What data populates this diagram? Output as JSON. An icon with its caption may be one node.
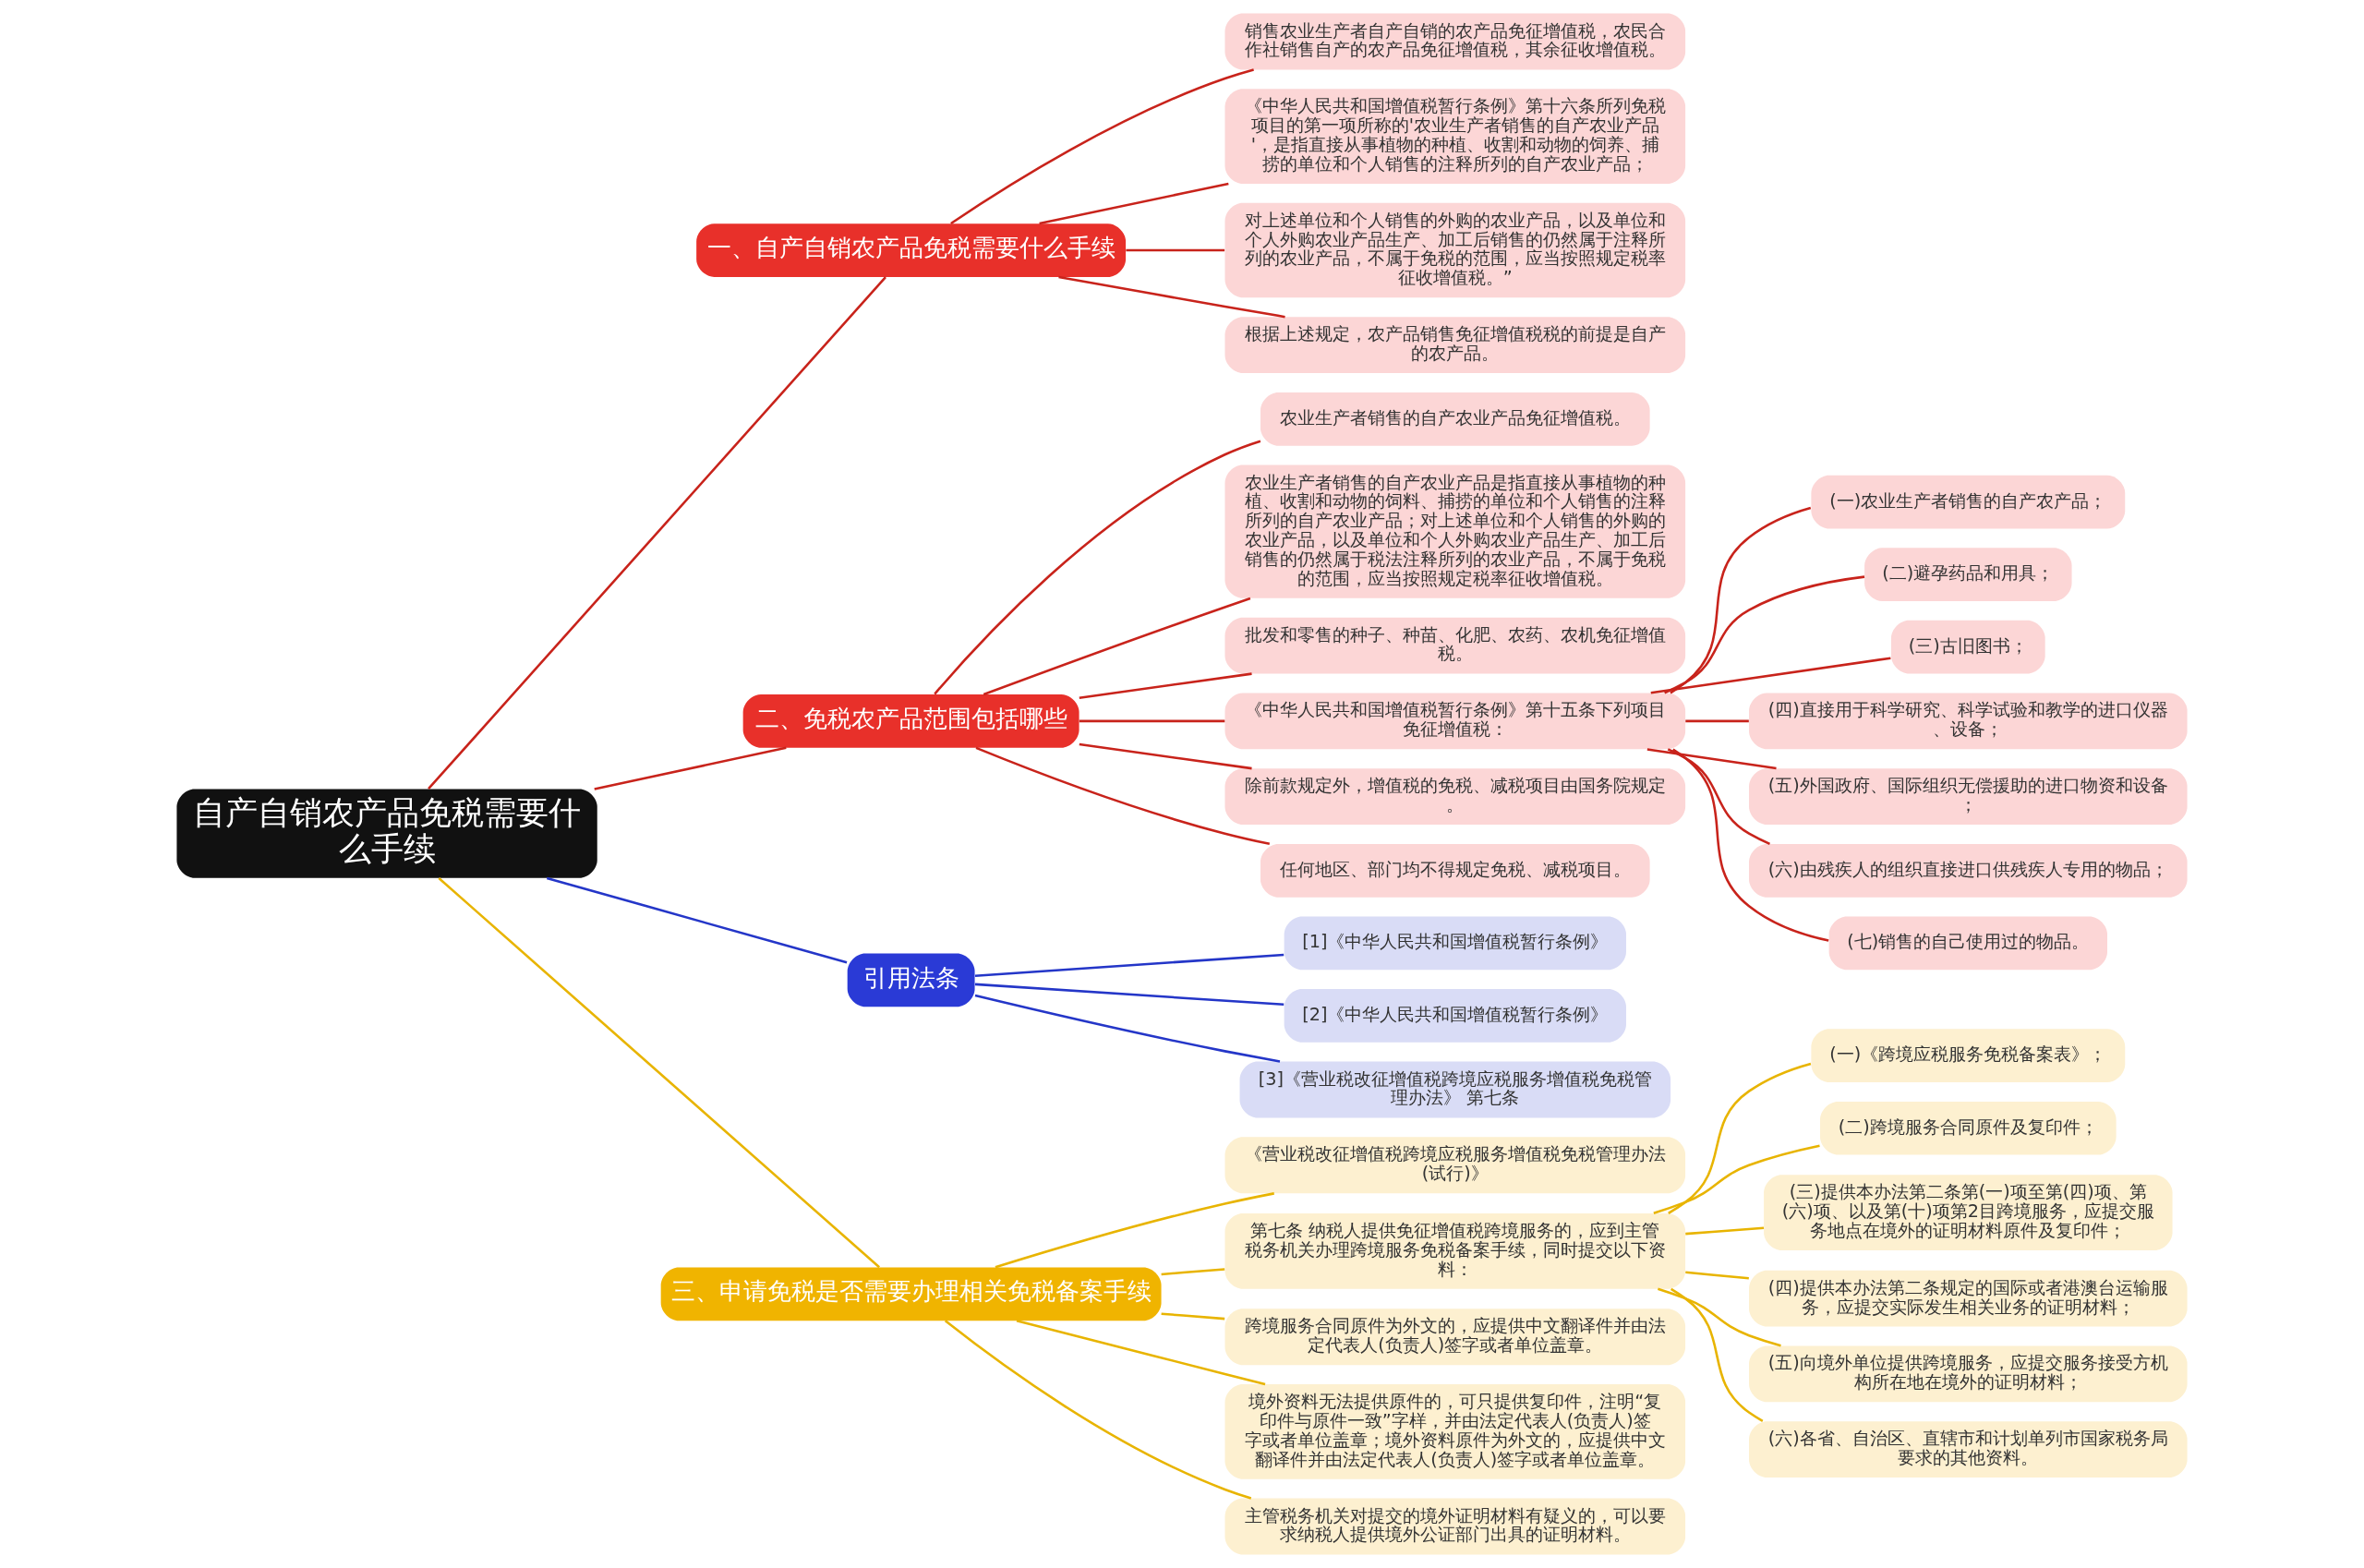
{
  "diagram": {
    "nodes": [
      {
        "text": [
          "自产自销农产品免税需要什么手续"
        ]
      },
      {
        "text": [
          "一、自产自销农产品免税需要什么手续"
        ]
      },
      {
        "text": [
          "销售农业生产者自产自销的农产品免征增值税，农民合作社销售自产的农产品免征增值税，其余征收增值税。"
        ]
      },
      {
        "text": [
          "《中华人民共和国增值税暂行条例》第十六条所列免税项目的第一项所称的'农业生产者销售的自产农业产品'，是指直接从事植物的种植、收割和动物的饲养、捕捞的单位和个人销售的注释所列的自产农业产品；"
        ]
      },
      {
        "text": [
          "对上述单位和个人销售的外购的农业产品，以及单位和个人外购农业产品生产、加工后销售的仍然属于注释所列的农业产品，不属于免税的范围，应当按照规定税率征收增值税。”"
        ]
      },
      {
        "text": [
          "根据上述规定，农产品销售免征增值税税的前提是自产的农产品。"
        ]
      },
      {
        "text": [
          "二、免税农产品范围包括哪些"
        ]
      },
      {
        "text": [
          "农业生产者销售的自产农业产品免征增值税。"
        ]
      },
      {
        "text": [
          "农业生产者销售的自产农业产品是指直接从事植物的种植、收割和动物的饲料、捕捞的单位和个人销售的注释所列的自产农业产品；对上述单位和个人销售的外购的农业产品，以及单位和个人外购农业产品生产、加工后销售的仍然属于税法注释所列的农业产品，不属于免税的范围，应当按照规定税率征收增值税。"
        ]
      },
      {
        "text": [
          "批发和零售的种子、种苗、化肥、农药、农机免征增值税。"
        ]
      },
      {
        "text": [
          "《中华人民共和国增值税暂行条例》第十五条下列项目免征增值税："
        ]
      },
      {
        "text": [
          "(一)农业生产者销售的自产农产品；"
        ]
      },
      {
        "text": [
          "(二)避孕药品和用具；"
        ]
      },
      {
        "text": [
          "(三)古旧图书；"
        ]
      },
      {
        "text": [
          "(四)直接用于科学研究、科学试验和教学的进口仪器、设备；"
        ]
      },
      {
        "text": [
          "(五)外国政府、国际组织无偿援助的进口物资和设备；"
        ]
      },
      {
        "text": [
          "(六)由残疾人的组织直接进口供残疾人专用的物品；"
        ]
      },
      {
        "text": [
          "(七)销售的自己使用过的物品。"
        ]
      },
      {
        "text": [
          "除前款规定外，增值税的免税、减税项目由国务院规定。"
        ]
      },
      {
        "text": [
          "任何地区、部门均不得规定免税、减税项目。"
        ]
      },
      {
        "text": [
          "引用法条"
        ]
      },
      {
        "text": [
          "[1]《中华人民共和国增值税暂行条例》"
        ]
      },
      {
        "text": [
          "[2]《中华人民共和国增值税暂行条例》"
        ]
      },
      {
        "text": [
          "[3]《营业税改征增值税跨境应税服务增值税免税管理办法》 第七条"
        ]
      },
      {
        "text": [
          "三、申请免税是否需要办理相关免税备案手续"
        ]
      },
      {
        "text": [
          "《营业税改征增值税跨境应税服务增值税免税管理办法(试行)》"
        ]
      },
      {
        "text": [
          "第七条 纳税人提供免征增值税跨境服务的，应到主管税务机关办理跨境服务免税备案手续，同时提交以下资料："
        ]
      },
      {
        "text": [
          "(一)《跨境应税服务免税备案表》；"
        ]
      },
      {
        "text": [
          "(二)跨境服务合同原件及复印件；"
        ]
      },
      {
        "text": [
          "(三)提供本办法第二条第(一)项至第(四)项、第(六)项、以及第(十)项第2目跨境服务，应提交服务地点在境外的证明材料原件及复印件；"
        ]
      },
      {
        "text": [
          "(四)提供本办法第二条规定的国际或者港澳台运输服务，应提交实际发生相关业务的证明材料；"
        ]
      },
      {
        "text": [
          "(五)向境外单位提供跨境服务，应提交服务接受方机构所在地在境外的证明材料；"
        ]
      },
      {
        "text": [
          "(六)各省、自治区、直辖市和计划单列市国家税务局要求的其他资料。"
        ]
      },
      {
        "text": [
          "跨境服务合同原件为外文的，应提供中文翻译件并由法定代表人(负责人)签字或者单位盖章。"
        ]
      },
      {
        "text": [
          "境外资料无法提供原件的，可只提供复印件，注明“复印件与原件一致”字样，并由法定代表人(负责人)签字或者单位盖章；境外资料原件为外文的，应提供中文翻译件并由法定代表人(负责人)签字或者单位盖章。"
        ]
      },
      {
        "text": [
          "主管税务机关对提交的境外证明材料有疑义的，可以要求纳税人提供境外公证部门出具的证明材料。"
        ]
      }
    ],
    "edges": [
      {
        "from": 0,
        "to": 1,
        "arrow": "none"
      },
      {
        "from": 1,
        "to": 2,
        "arrow": "none"
      },
      {
        "from": 1,
        "to": 3,
        "arrow": "none"
      },
      {
        "from": 1,
        "to": 4,
        "arrow": "none"
      },
      {
        "from": 1,
        "to": 5,
        "arrow": "none"
      },
      {
        "from": 0,
        "to": 6,
        "arrow": "none"
      },
      {
        "from": 6,
        "to": 7,
        "arrow": "none"
      },
      {
        "from": 6,
        "to": 8,
        "arrow": "none"
      },
      {
        "from": 6,
        "to": 9,
        "arrow": "none"
      },
      {
        "from": 6,
        "to": 10,
        "arrow": "none"
      },
      {
        "from": 10,
        "to": 11,
        "arrow": "none"
      },
      {
        "from": 10,
        "to": 12,
        "arrow": "none"
      },
      {
        "from": 10,
        "to": 13,
        "arrow": "none"
      },
      {
        "from": 10,
        "to": 14,
        "arrow": "none"
      },
      {
        "from": 10,
        "to": 15,
        "arrow": "none"
      },
      {
        "from": 10,
        "to": 16,
        "arrow": "none"
      },
      {
        "from": 10,
        "to": 17,
        "arrow": "none"
      },
      {
        "from": 6,
        "to": 18,
        "arrow": "none"
      },
      {
        "from": 6,
        "to": 19,
        "arrow": "none"
      },
      {
        "from": 0,
        "to": 20,
        "arrow": "none",
        "color": "#2436c8"
      },
      {
        "from": 20,
        "to": 21,
        "arrow": "none",
        "color": "#2436c8"
      },
      {
        "from": 20,
        "to": 22,
        "arrow": "none",
        "color": "#2436c8"
      },
      {
        "from": 20,
        "to": 23,
        "arrow": "none",
        "color": "#2436c8"
      },
      {
        "from": 0,
        "to": 24,
        "arrow": "none",
        "color": "#e8b400"
      },
      {
        "from": 24,
        "to": 25,
        "arrow": "none",
        "color": "#e8b400"
      },
      {
        "from": 24,
        "to": 26,
        "arrow": "none",
        "color": "#e8b400"
      },
      {
        "from": 26,
        "to": 27,
        "arrow": "none",
        "color": "#e8b400"
      },
      {
        "from": 26,
        "to": 28,
        "arrow": "none",
        "color": "#e8b400"
      },
      {
        "from": 26,
        "to": 29,
        "arrow": "none",
        "color": "#e8b400"
      },
      {
        "from": 26,
        "to": 30,
        "arrow": "none",
        "color": "#e8b400"
      },
      {
        "from": 26,
        "to": 31,
        "arrow": "none",
        "color": "#e8b400"
      },
      {
        "from": 26,
        "to": 32,
        "arrow": "none",
        "color": "#e8b400"
      },
      {
        "from": 24,
        "to": 33,
        "arrow": "none",
        "color": "#e8b400"
      },
      {
        "from": 24,
        "to": 34,
        "arrow": "none",
        "color": "#e8b400"
      },
      {
        "from": 24,
        "to": 35,
        "arrow": "none",
        "color": "#e8b400"
      }
    ]
  }
}
